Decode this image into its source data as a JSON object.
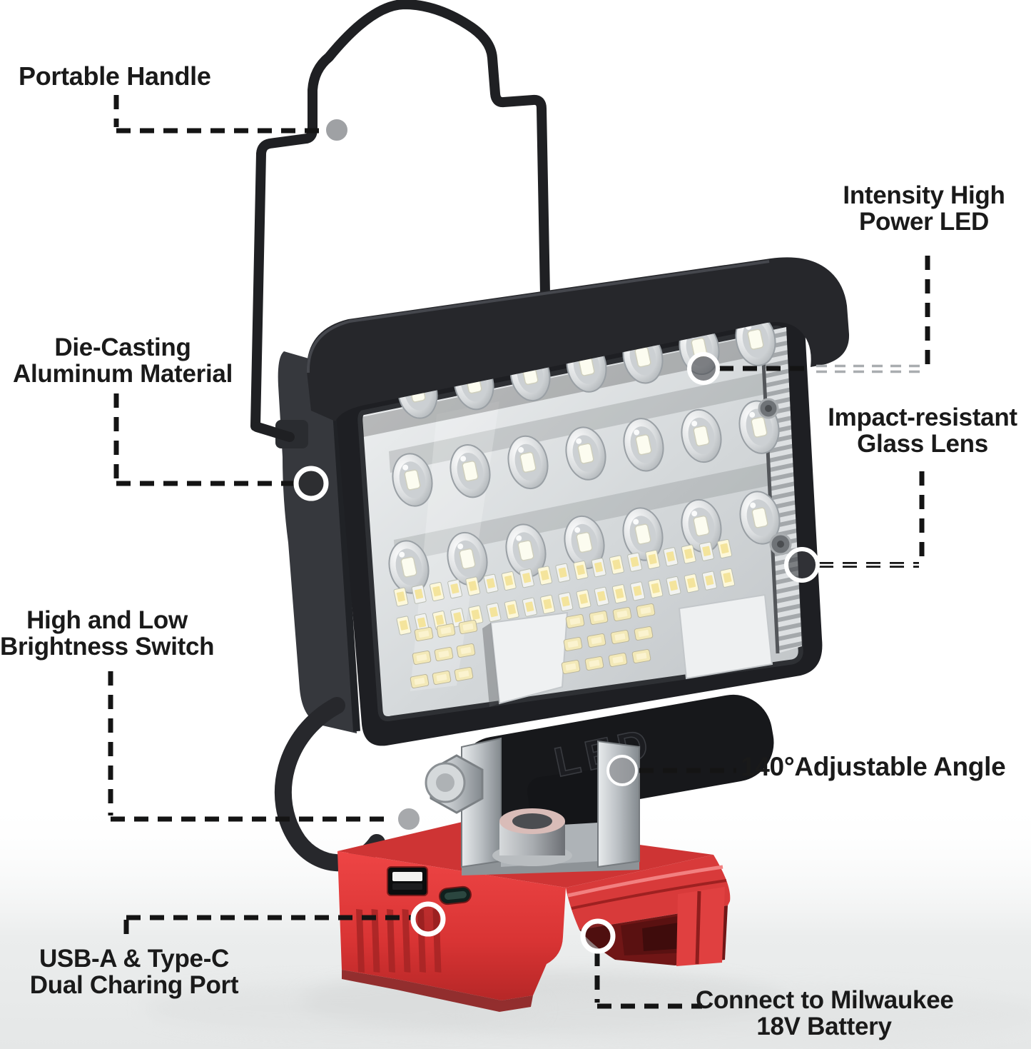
{
  "page": {
    "background": "#ffffff"
  },
  "colors": {
    "label_text": "#1a1a1a",
    "connector": "#141414",
    "connector_muted": "#a9adb0",
    "marker_ring": "#ffffff",
    "base_red": "#d93838",
    "base_red_deep": "#8c1e1e",
    "housing_black": "#1e1f23",
    "metal_silver": "#c3c7cb"
  },
  "callouts": {
    "portable_handle": {
      "line1": "Portable Handle"
    },
    "intensity_led": {
      "line1": "Intensity High",
      "line2": "Power LED"
    },
    "die_casting": {
      "line1": "Die-Casting",
      "line2": "Aluminum Material"
    },
    "impact_lens": {
      "line1": "Impact-resistant",
      "line2": "Glass Lens"
    },
    "brightness_switch": {
      "line1": "High and Low",
      "line2": "Brightness Switch"
    },
    "adjustable_angle": {
      "line1": "140°Adjustable Angle"
    },
    "usb_ports": {
      "line1": "USB-A & Type-C",
      "line2": "Dual Charing Port"
    },
    "battery_connect": {
      "line1": "Connect to Milwaukee",
      "line2": "18V Battery"
    }
  },
  "product": {
    "embossed_text": "LED"
  }
}
